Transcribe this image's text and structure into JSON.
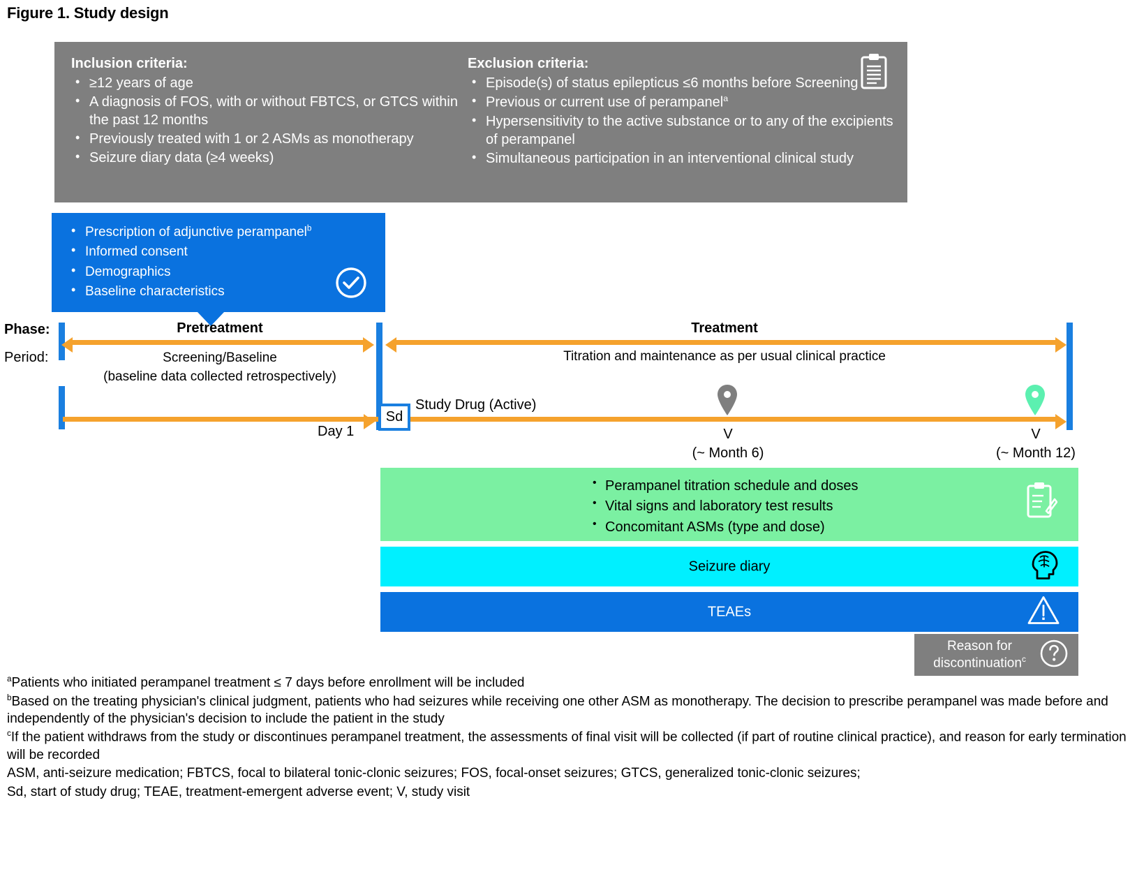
{
  "figure": {
    "title": "Figure 1. Study design"
  },
  "criteria": {
    "inclusion": {
      "heading": "Inclusion criteria:",
      "items": [
        "≥12 years of age",
        "A diagnosis of FOS, with or without FBTCS, or GTCS within the past 12 months",
        "Previously treated with 1 or 2 ASMs as monotherapy",
        "Seizure diary data (≥4 weeks)"
      ]
    },
    "exclusion": {
      "heading": "Exclusion criteria:",
      "items": [
        "Episode(s) of status epilepticus ≤6 months before Screening",
        "Previous or current use of perampanel",
        "Hypersensitivity to the active substance or to any of the excipients of perampanel",
        "Simultaneous participation in an interventional clinical study"
      ],
      "item_superscripts": [
        "",
        "a",
        "",
        ""
      ]
    },
    "icon": "clipboard-checklist-icon",
    "background_color": "#7f7f7f"
  },
  "baseline": {
    "items": [
      "Prescription of adjunctive perampanel",
      "Informed consent",
      "Demographics",
      "Baseline characteristics"
    ],
    "item_superscripts": [
      "b",
      "",
      "",
      ""
    ],
    "icon": "check-circle-icon",
    "background_color": "#0a72df"
  },
  "timeline": {
    "row_labels": {
      "phase": "Phase:",
      "period": "Period:"
    },
    "phases": [
      {
        "name": "Pretreatment",
        "period": "Screening/Baseline\n(baseline data collected retrospectively)"
      },
      {
        "name": "Treatment",
        "period": "Titration and maintenance as per usual clinical practice"
      }
    ],
    "pretreatment_period_line1": "Screening/Baseline",
    "pretreatment_period_line2": "(baseline data collected retrospectively)",
    "treatment_period": "Titration and maintenance as per usual clinical practice",
    "sd_marker": "Sd",
    "day1_label": "Day 1",
    "study_drug_label": "Study Drug (Active)",
    "visits": [
      {
        "marker": "V",
        "timing": "(~ Month 6)",
        "pin_color": "#7f7f7f"
      },
      {
        "marker": "V",
        "timing": "(~ Month 12)",
        "pin_color": "#5cf0b0"
      }
    ],
    "arrow_color": "#f5a22d",
    "divider_color": "#1a7fe0"
  },
  "assessments": [
    {
      "label": "assessments-green",
      "items": [
        "Perampanel titration schedule and doses",
        "Vital signs and laboratory test results",
        "Concomitant ASMs (type and dose)"
      ],
      "icon": "clipboard-pen-icon",
      "color": "#7bf0a2"
    },
    {
      "label": "Seizure diary",
      "icon": "brain-head-icon",
      "color": "#00f0ff"
    },
    {
      "label": "TEAEs",
      "icon": "warning-triangle-icon",
      "color": "#0a72df"
    }
  ],
  "discontinuation": {
    "line1": "Reason for",
    "line2": "discontinuation",
    "superscript": "c",
    "icon": "question-circle-icon",
    "color": "#7f7f7f"
  },
  "footnotes": [
    {
      "marker": "a",
      "text": "Patients who initiated perampanel treatment ≤ 7 days before enrollment will be included"
    },
    {
      "marker": "b",
      "text": "Based on the treating physician's clinical judgment, patients who had seizures while receiving one other ASM as monotherapy. The decision to prescribe perampanel was made before and independently of the physician's decision to include the patient in the study"
    },
    {
      "marker": "c",
      "text": "If the patient withdraws from the study or discontinues perampanel treatment, the assessments of final visit will be collected (if part of routine clinical practice), and reason for early termination will be recorded"
    },
    {
      "marker": "",
      "text": "ASM, anti-seizure medication; FBTCS, focal to bilateral tonic-clonic seizures; FOS, focal-onset seizures; GTCS, generalized tonic-clonic seizures;"
    },
    {
      "marker": "",
      "text": "Sd, start of study drug; TEAE, treatment-emergent adverse event; V, study visit"
    }
  ]
}
